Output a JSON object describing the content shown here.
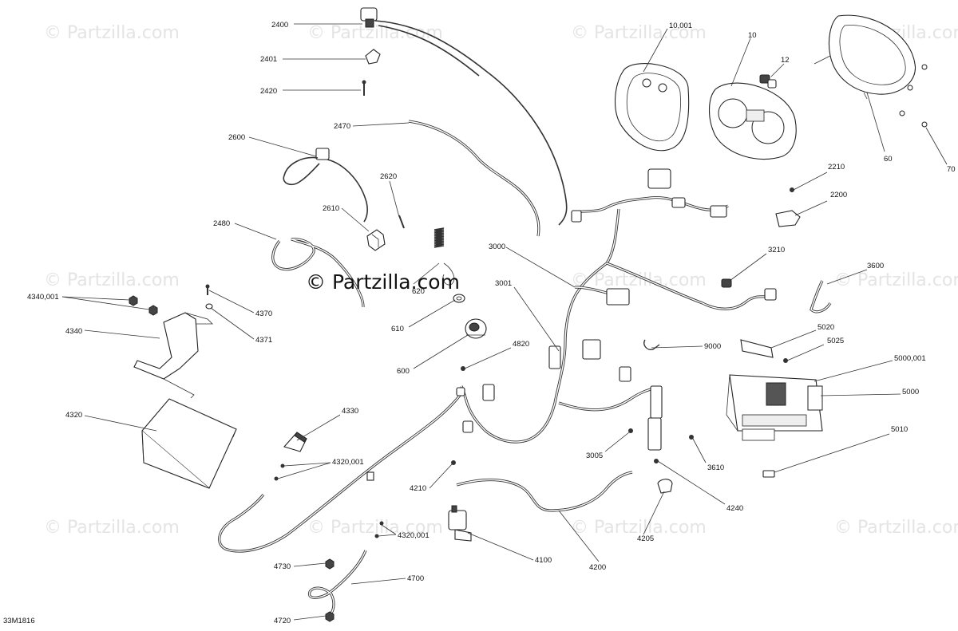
{
  "diagram_code": "33M1816",
  "watermark": {
    "tile_text": "© Partzilla.com",
    "main_text": "© Partzilla.com"
  },
  "callouts": {
    "c2400": "2400",
    "c2401": "2401",
    "c2420": "2420",
    "c2470": "2470",
    "c2600": "2600",
    "c2620": "2620",
    "c2610": "2610",
    "c2480": "2480",
    "c620": "620",
    "c610": "610",
    "c600": "600",
    "c4340_001": "4340,001",
    "c4370": "4370",
    "c4371": "4371",
    "c4340": "4340",
    "c4320": "4320",
    "c4330": "4330",
    "c4320_001a": "4320,001",
    "c4320_001b": "4320,001",
    "c4210": "4210",
    "c4730": "4730",
    "c4700": "4700",
    "c4720": "4720",
    "c4100": "4100",
    "c4200": "4200",
    "c4820": "4820",
    "c3000": "3000",
    "c3001": "3001",
    "c3005": "3005",
    "c4205": "4205",
    "c4240": "4240",
    "c3610": "3610",
    "c9000": "9000",
    "c10_001": "10,001",
    "c10": "10",
    "c12": "12",
    "c60": "60",
    "c70": "70",
    "c2210": "2210",
    "c2200": "2200",
    "c3210": "3210",
    "c3600": "3600",
    "c5020": "5020",
    "c5025": "5025",
    "c5000_001": "5000,001",
    "c5000": "5000",
    "c5010": "5010"
  }
}
